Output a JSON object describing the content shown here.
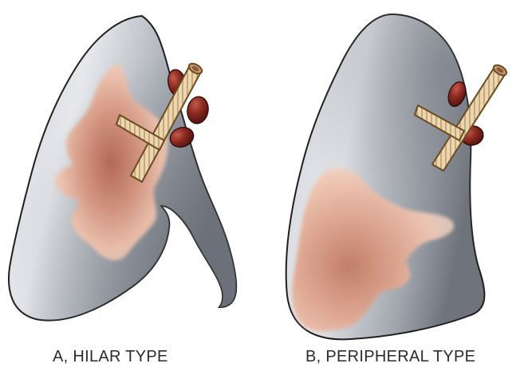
{
  "figure": {
    "panels": [
      {
        "id": "A",
        "caption": "A, HILAR TYPE"
      },
      {
        "id": "B",
        "caption": "B, PERIPHERAL TYPE"
      }
    ],
    "colors": {
      "lung_light": "#e6e8ec",
      "lung_mid": "#aeb2bb",
      "lung_dark": "#6e737c",
      "tumor_core": "#b36552",
      "tumor_edge": "#efc6b2",
      "node_dark": "#5a1410",
      "node_mid": "#8a2a22",
      "bronchus_fill": "#ead6b0",
      "bronchus_ring": "#8e6b3e",
      "outline": "#1f1f1f"
    },
    "icons": [
      "lung-silhouette",
      "lymph-node",
      "bronchus",
      "tumor-mass"
    ]
  }
}
